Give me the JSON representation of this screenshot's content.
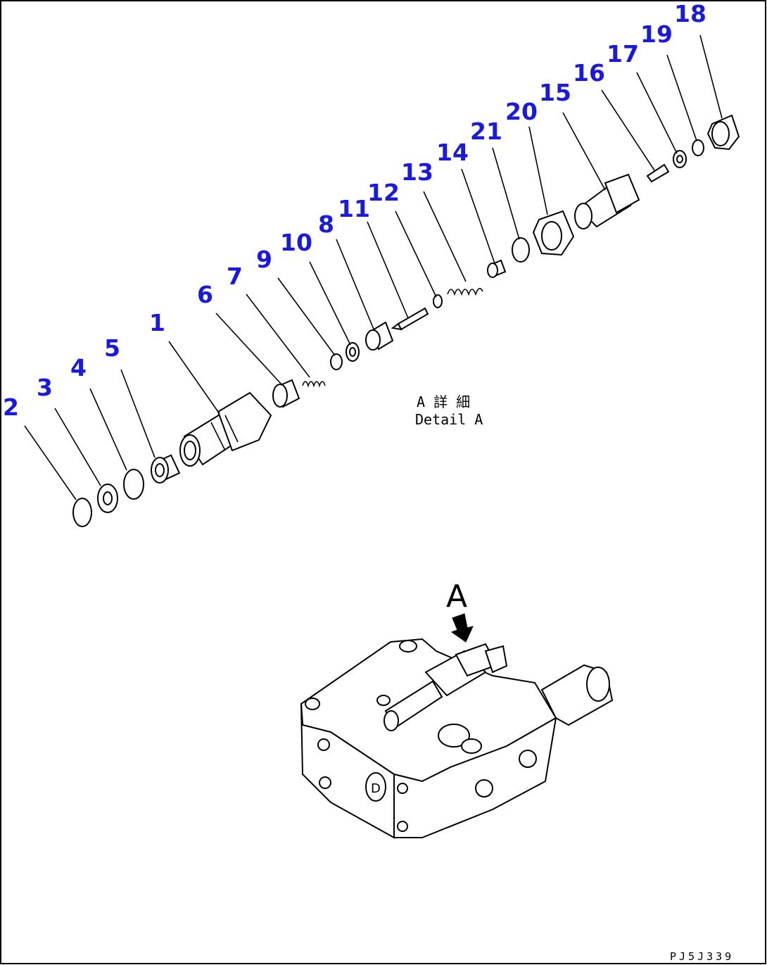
{
  "detail_caption": {
    "line1": "A 詳 細",
    "line2": "Detail A"
  },
  "view_marker": "A",
  "drawing_code": "PJ5J339",
  "callouts": [
    "2",
    "3",
    "4",
    "5",
    "1",
    "6",
    "7",
    "9",
    "10",
    "8",
    "11",
    "12",
    "13",
    "14",
    "21",
    "20",
    "15",
    "16",
    "17",
    "19",
    "18"
  ]
}
